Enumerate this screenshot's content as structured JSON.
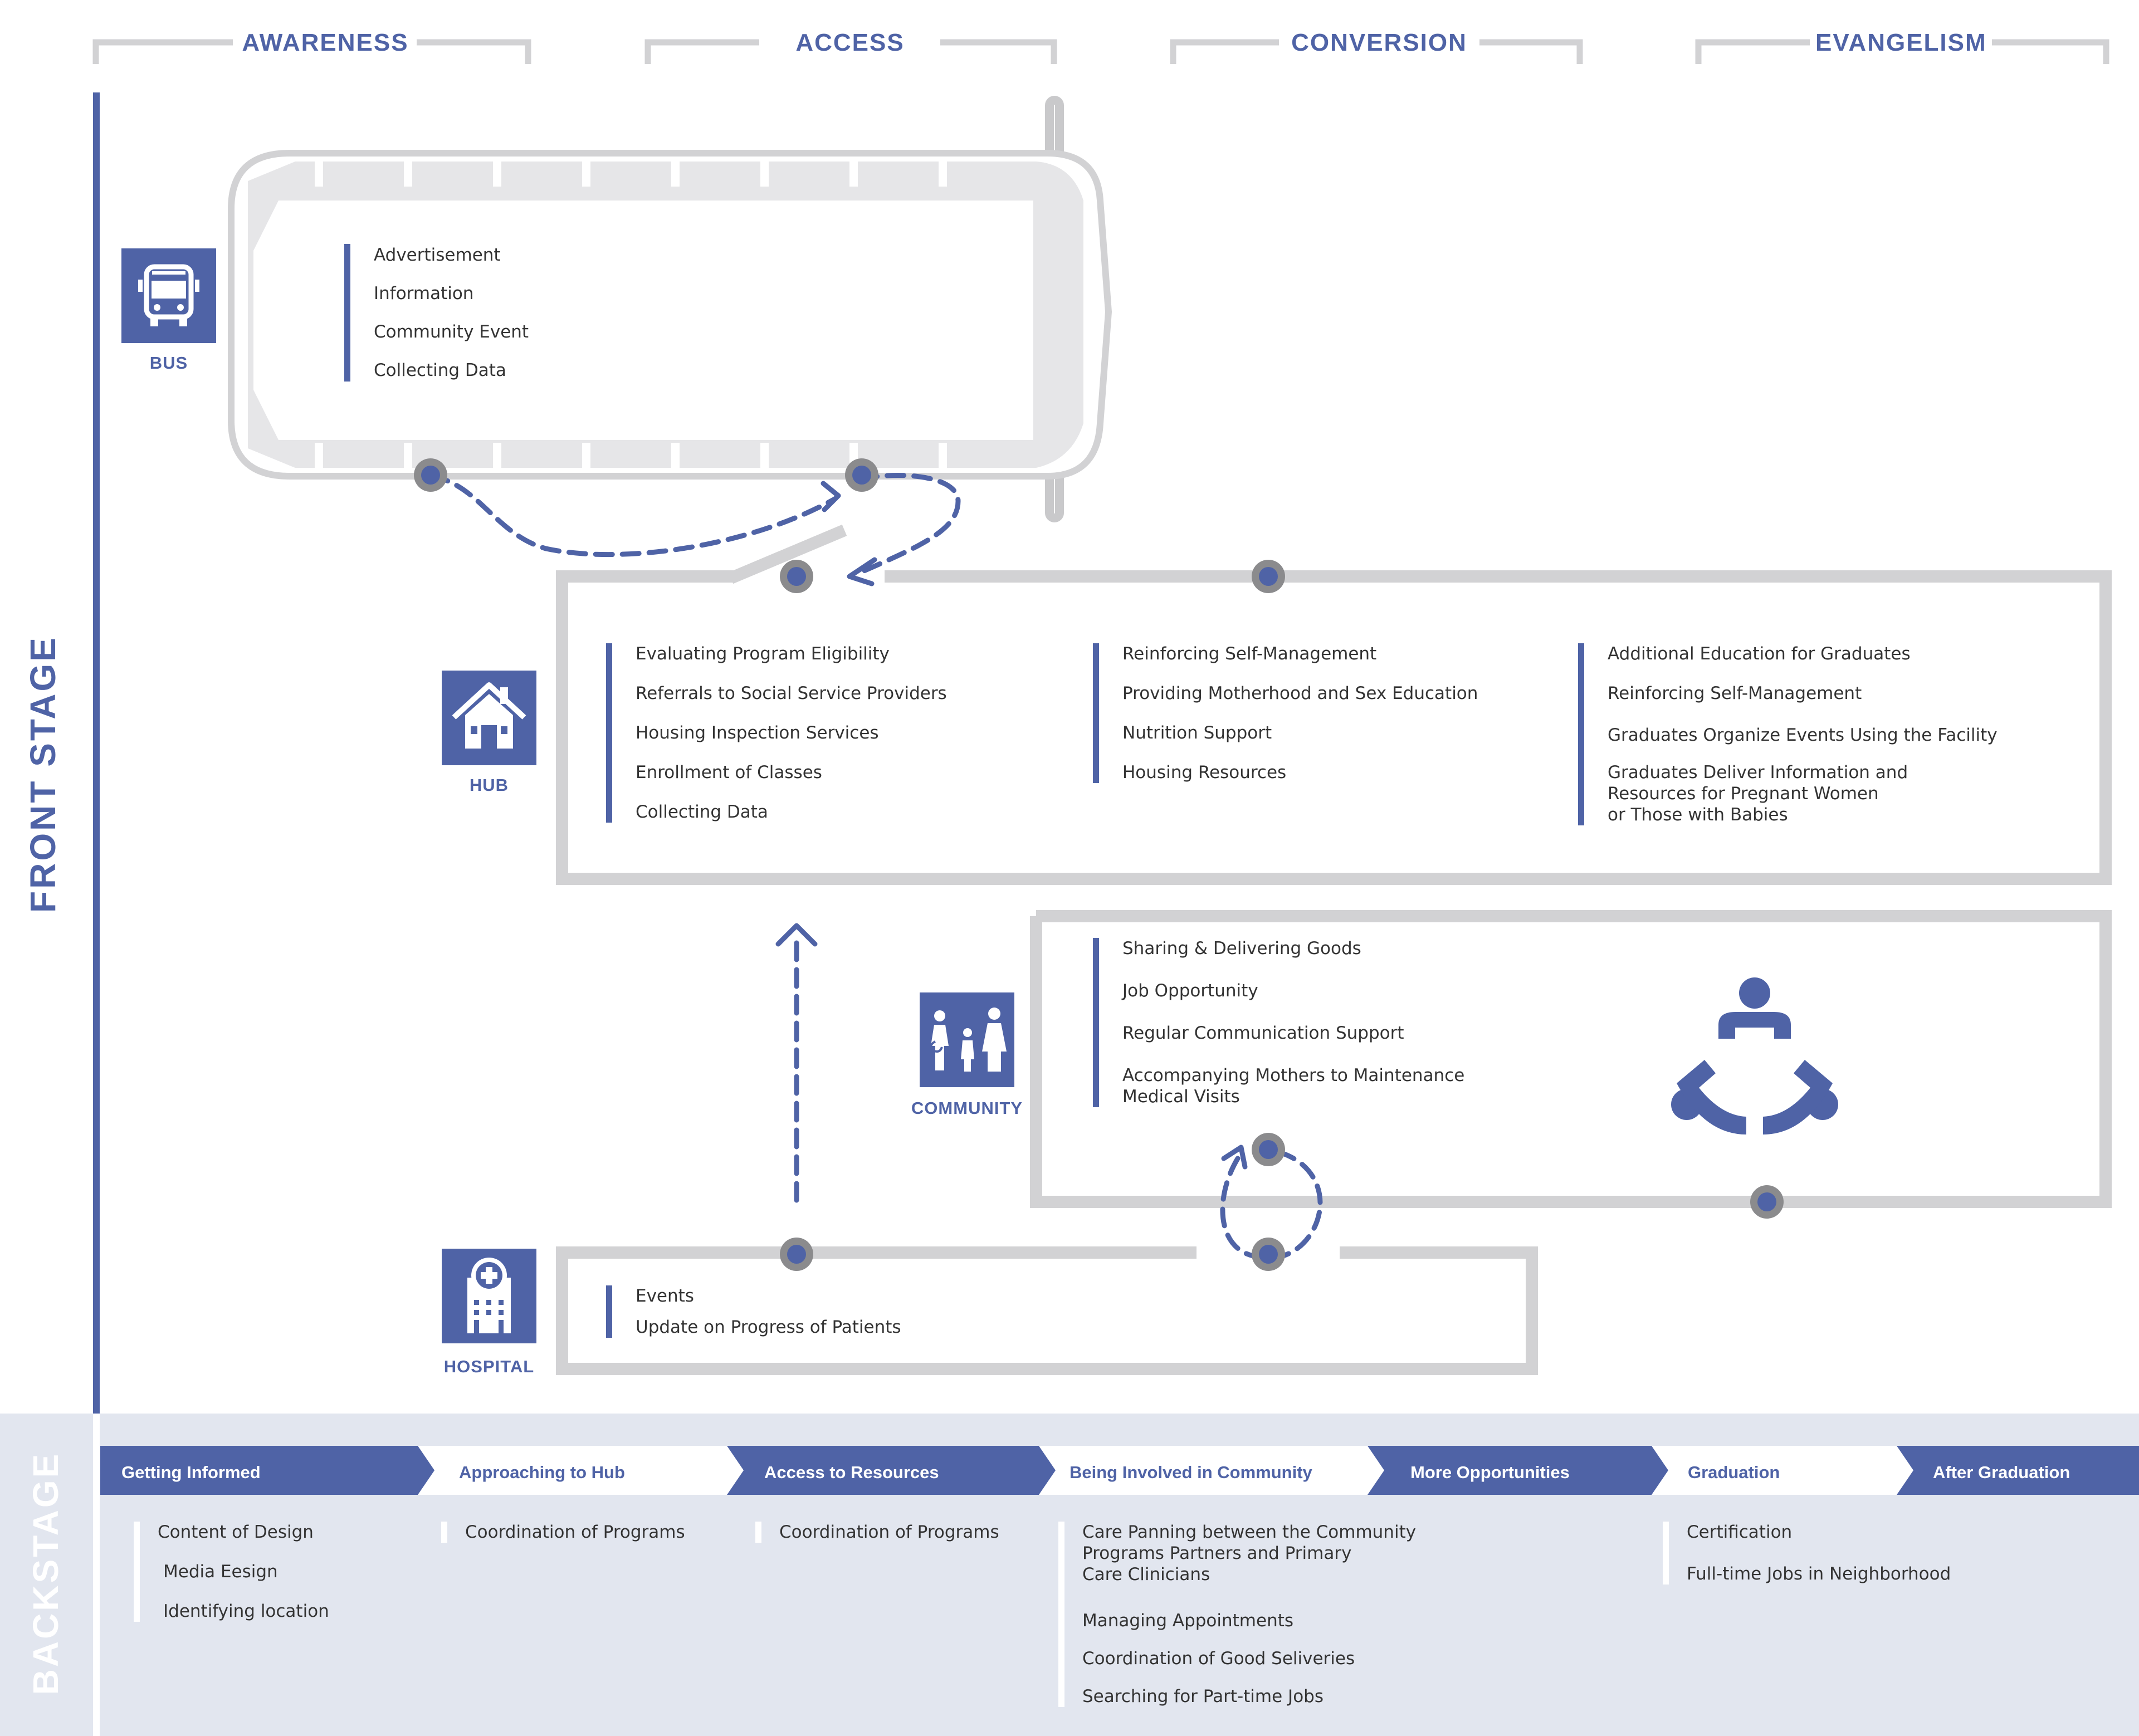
{
  "phases": [
    {
      "label": "AWARENESS"
    },
    {
      "label": "ACCESS"
    },
    {
      "label": "CONVERSION"
    },
    {
      "label": "EVANGELISM"
    }
  ],
  "side_labels": {
    "front": "FRONT STAGE",
    "back": "BACKSTAGE"
  },
  "touchpoints": {
    "bus": {
      "label": "BUS",
      "icon": "bus-icon",
      "items": [
        "Advertisement",
        "Information",
        "Community Event",
        "Collecting Data"
      ]
    },
    "hub": {
      "label": "HUB",
      "icon": "house-icon",
      "columns": [
        [
          "Evaluating Program Eligibility",
          "Referrals to Social Service Providers",
          "Housing Inspection Services",
          "Enrollment of Classes",
          "Collecting Data"
        ],
        [
          "Reinforcing Self-Management",
          "Providing Motherhood and Sex Education",
          "Nutrition Support",
          "Housing Resources"
        ],
        [
          "Additional Education for Graduates",
          "Reinforcing Self-Management",
          "Graduates Organize Events Using the Facility",
          "Graduates Deliver Information and\nResources for Pregnant Women\nor Those with Babies"
        ]
      ]
    },
    "community": {
      "label": "COMMUNITY",
      "icon": "family-icon",
      "group_icon": "group-icon",
      "items": [
        "Sharing & Delivering Goods",
        "Job Opportunity",
        "Regular Communication Support",
        "Accompanying Mothers to Maintenance\nMedical Visits"
      ]
    },
    "hospital": {
      "label": "HOSPITAL",
      "icon": "hospital-icon",
      "items": [
        "Events",
        "Update on Progress of Patients"
      ]
    }
  },
  "journey": [
    "Getting Informed",
    "Approaching to Hub",
    "Access to Resources",
    "Being Involved in Community",
    "More Opportunities",
    "Graduation",
    "After Graduation"
  ],
  "backstage": [
    {
      "items": [
        "Content of Design",
        "Media Eesign",
        "Identifying location"
      ]
    },
    {
      "items": [
        "Coordination of Programs"
      ]
    },
    {
      "items": [
        "Coordination of Programs"
      ]
    },
    {
      "items": [
        "Care Panning between the Community\nPrograms Partners and Primary\nCare Clinicians",
        "Managing Appointments",
        "Coordination of Good Seliveries",
        "Searching for Part-time Jobs"
      ]
    },
    {
      "items": [
        "Certification",
        "Full-time Jobs in Neighborhood"
      ]
    }
  ],
  "colors": {
    "accent": "#4f63a6",
    "gray": "#cfcfd1",
    "backstage_bg": "#e2e6ef"
  }
}
